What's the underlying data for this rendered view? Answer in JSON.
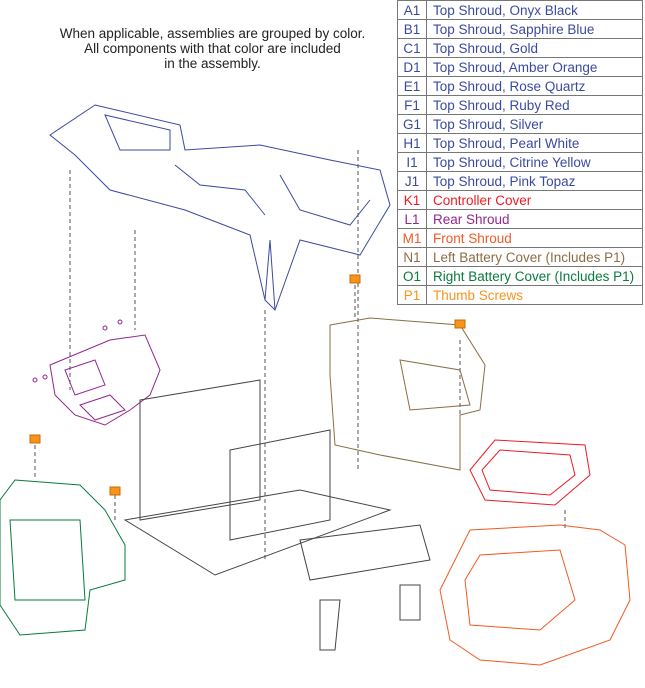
{
  "note": {
    "line1": "When applicable, assemblies are grouped by color.",
    "line2": "All components with that color are included",
    "line3": "in the assembly."
  },
  "legend": [
    {
      "code": "A1",
      "label": "Top Shroud, Onyx Black",
      "color": "#3a4aa0"
    },
    {
      "code": "B1",
      "label": "Top Shroud, Sapphire Blue",
      "color": "#3a4aa0"
    },
    {
      "code": "C1",
      "label": "Top Shroud, Gold",
      "color": "#3a4aa0"
    },
    {
      "code": "D1",
      "label": "Top Shroud, Amber Orange",
      "color": "#3a4aa0"
    },
    {
      "code": "E1",
      "label": "Top Shroud, Rose Quartz",
      "color": "#3a4aa0"
    },
    {
      "code": "F1",
      "label": "Top Shroud, Ruby Red",
      "color": "#3a4aa0"
    },
    {
      "code": "G1",
      "label": "Top Shroud, Silver",
      "color": "#3a4aa0"
    },
    {
      "code": "H1",
      "label": "Top Shroud, Pearl White",
      "color": "#3a4aa0"
    },
    {
      "code": "I1",
      "label": "Top Shroud, Citrine Yellow",
      "color": "#3a4aa0"
    },
    {
      "code": "J1",
      "label": "Top Shroud, Pink Topaz",
      "color": "#3a4aa0"
    },
    {
      "code": "K1",
      "label": "Controller Cover",
      "color": "#ed1c24"
    },
    {
      "code": "L1",
      "label": "Rear Shroud",
      "color": "#92278f"
    },
    {
      "code": "M1",
      "label": "Front Shroud",
      "color": "#f15a24"
    },
    {
      "code": "N1",
      "label": "Left Battery Cover (Includes P1)",
      "color": "#8b6d45"
    },
    {
      "code": "O1",
      "label": "Right Battery Cover (Includes P1)",
      "color": "#0b7a3e"
    },
    {
      "code": "P1",
      "label": "Thumb Screws",
      "color": "#f7941d"
    }
  ]
}
